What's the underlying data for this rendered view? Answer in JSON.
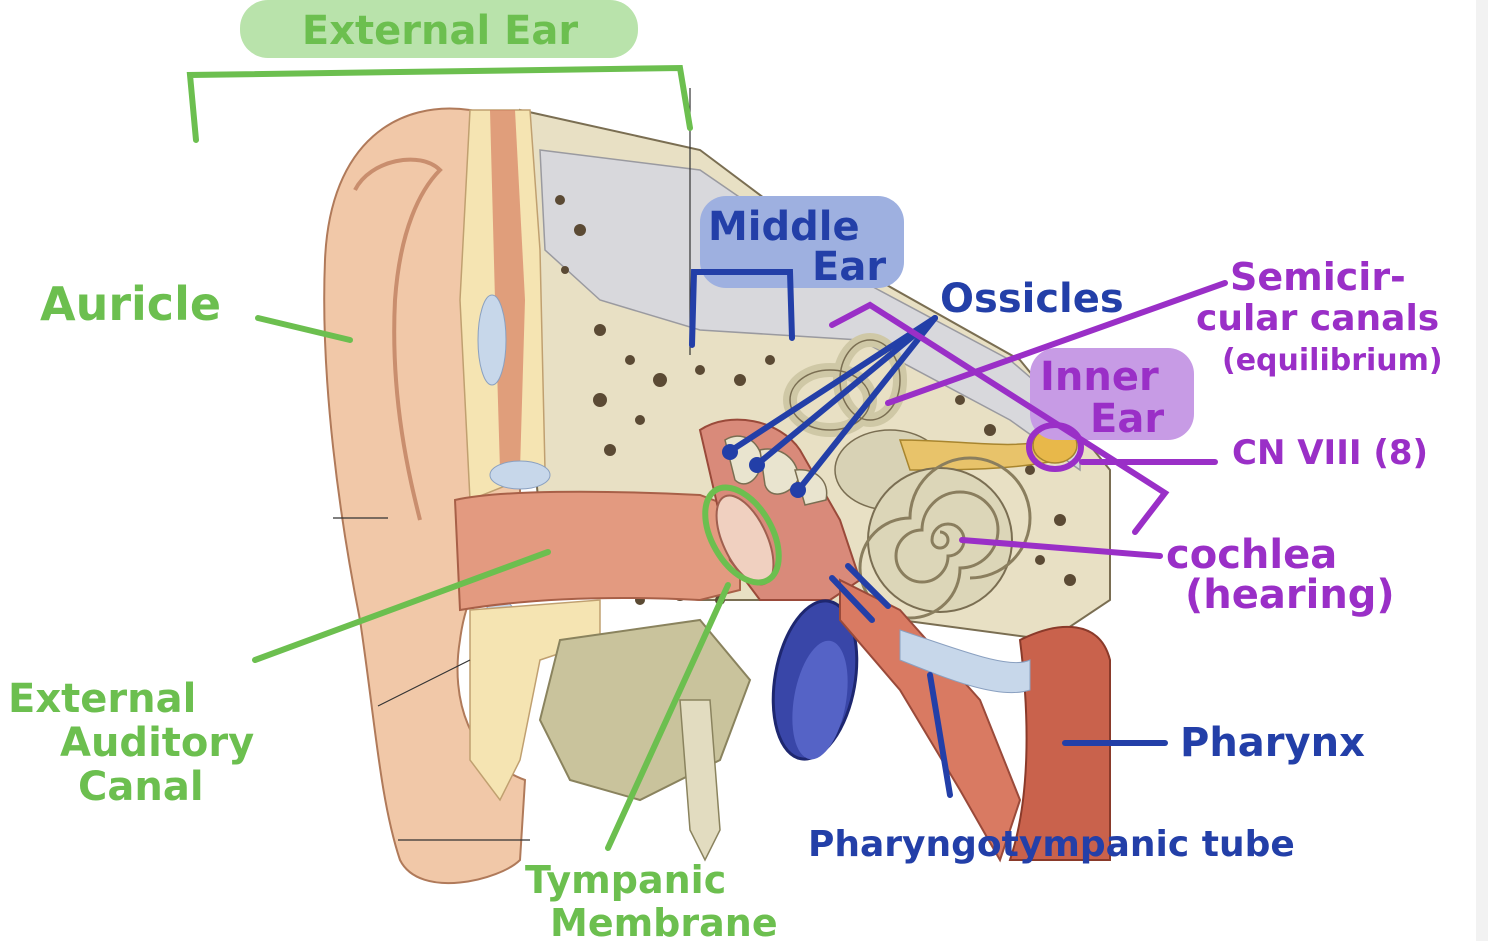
{
  "colors": {
    "green": "#6cbf4f",
    "green_fill": "#b9e3ab",
    "blue": "#233fa8",
    "blue_fill": "#9eb0e0",
    "purple": "#9a2fc7",
    "purple_fill": "#c79be5",
    "skin": "#f1c8a8",
    "canal": "#e39a80",
    "bone": "#e8e0c4",
    "cartilage": "#f5e4b2"
  },
  "labels": {
    "external_ear": "External Ear",
    "middle_ear_1": "Middle",
    "middle_ear_2": "Ear",
    "inner_ear_1": "Inner",
    "inner_ear_2": "Ear",
    "auricle": "Auricle",
    "ossicles": "Ossicles",
    "semicircular_1": "Semicir-",
    "semicircular_2": "cular canals",
    "semicircular_3": "(equilibrium)",
    "cn8": "CN VIII (8)",
    "cochlea_1": "cochlea",
    "cochlea_2": "(hearing)",
    "external_canal_1": "External",
    "external_canal_2": "Auditory",
    "external_canal_3": "Canal",
    "pharynx": "Pharynx",
    "pharyngotympanic": "Pharyngotympanic tube",
    "tympanic_1": "Tympanic",
    "tympanic_2": "Membrane"
  }
}
